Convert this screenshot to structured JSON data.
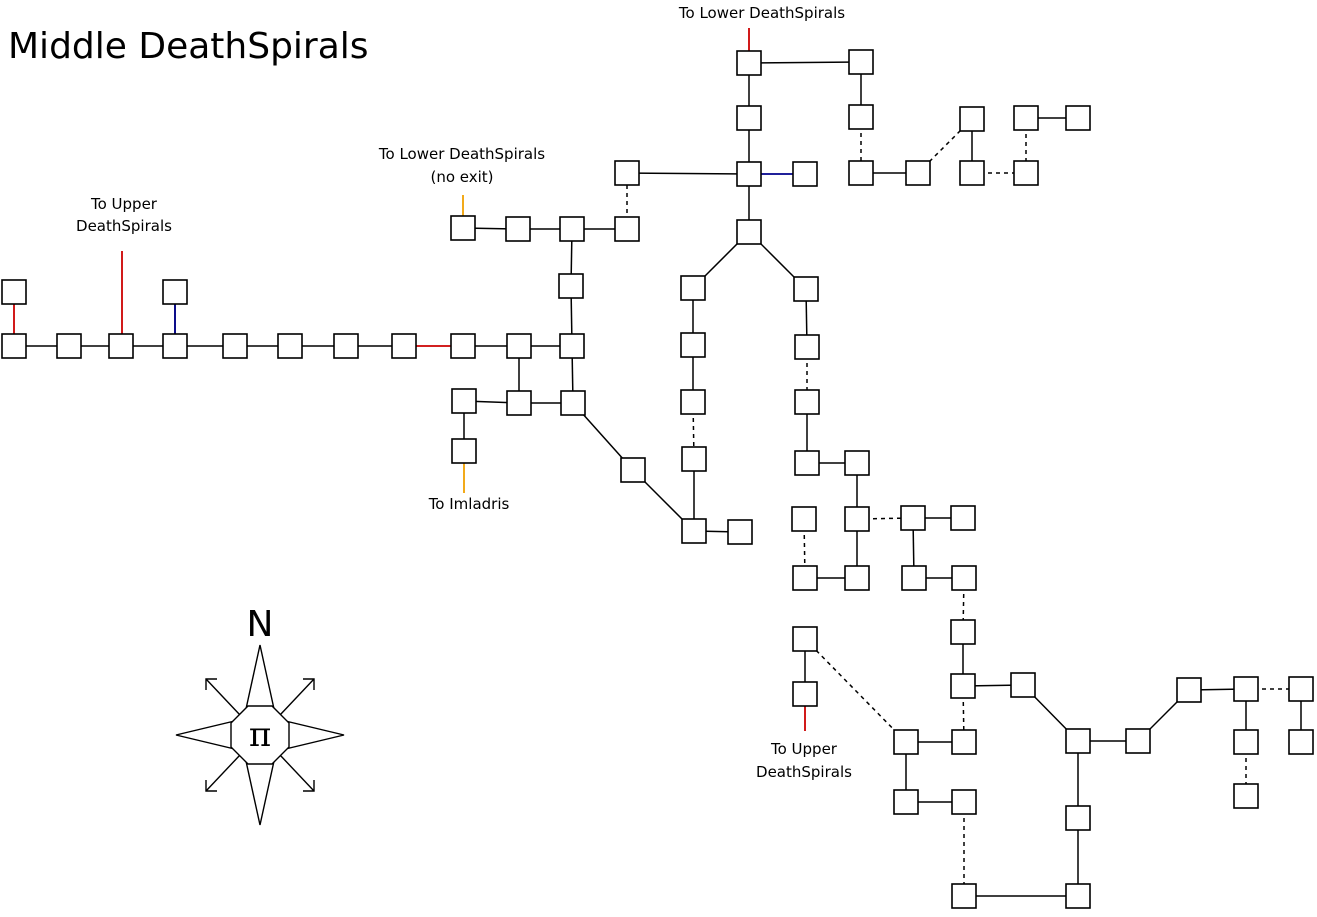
{
  "map": {
    "title": "Middle DeathSpirals",
    "exit_colors": {
      "red": "#cc0000",
      "blue": "#00008b",
      "orange": "#f0a000"
    },
    "labels": {
      "lower_top": "To Lower DeathSpirals",
      "lower_mid_line1": "To Lower DeathSpirals",
      "lower_mid_line2": "(no exit)",
      "upper_left_line1": "To Upper",
      "upper_left_line2": "DeathSpirals",
      "imladris": "To Imladris",
      "upper_right_line1": "To Upper",
      "upper_right_line2": "DeathSpirals"
    },
    "compass": {
      "north": "N",
      "center_icon": "pi-symbol",
      "center_glyph": "π"
    }
  }
}
